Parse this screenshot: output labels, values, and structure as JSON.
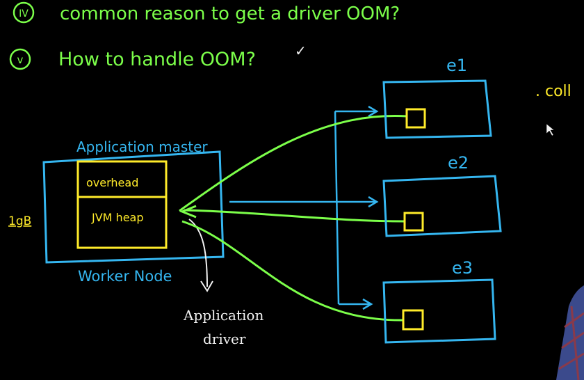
{
  "colors": {
    "background": "#000000",
    "green": "#7CFF4A",
    "yellow": "#FFEB2A",
    "blue": "#35B6F0",
    "white": "#F2F2F2"
  },
  "header": {
    "item4": {
      "marker": "IV",
      "text": "common reason to get a driver OOM?"
    },
    "item5": {
      "marker": "v",
      "text": "How to handle OOM?"
    },
    "check": "✓"
  },
  "side_note": ". coll",
  "worker_node": {
    "title": "Application master",
    "footer": "Worker Node",
    "size_label": "1gB",
    "overhead_label": "overhead",
    "heap_label": "JVM heap"
  },
  "driver_label": {
    "line1": "Application",
    "line2": "driver"
  },
  "executors": [
    {
      "label": "e1"
    },
    {
      "label": "e2"
    },
    {
      "label": "e3"
    }
  ]
}
